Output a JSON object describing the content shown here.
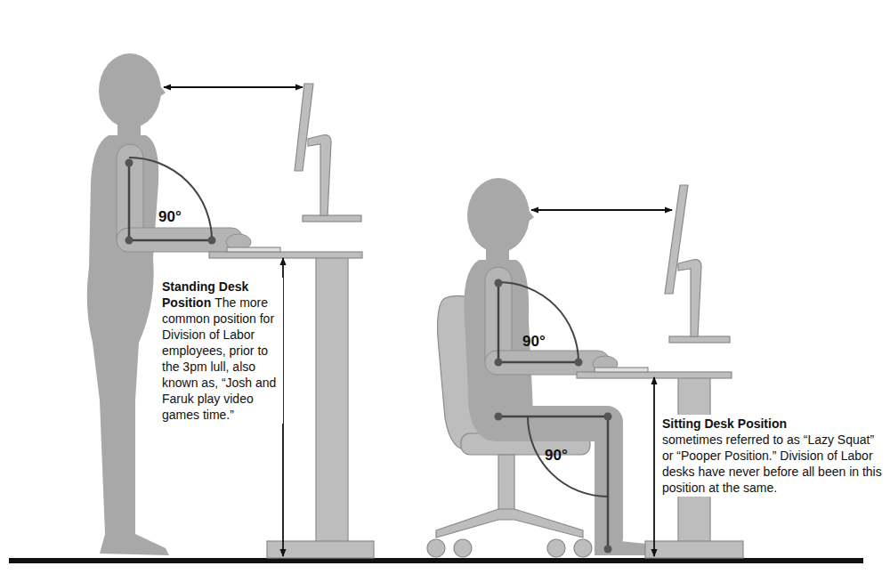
{
  "diagram": {
    "labels": [
      "90°",
      "90°",
      "90°",
      "Standing Desk Position",
      "The more common position for Division of Labor employees, prior to the 3pm lull, also known as, “Josh and Faruk play video games time.”",
      "Sitting Desk Position",
      "sometimes referred to as “Lazy Squat” or “Pooper Position.” Division of Labor desks have never before all been in this position at the same."
    ]
  }
}
